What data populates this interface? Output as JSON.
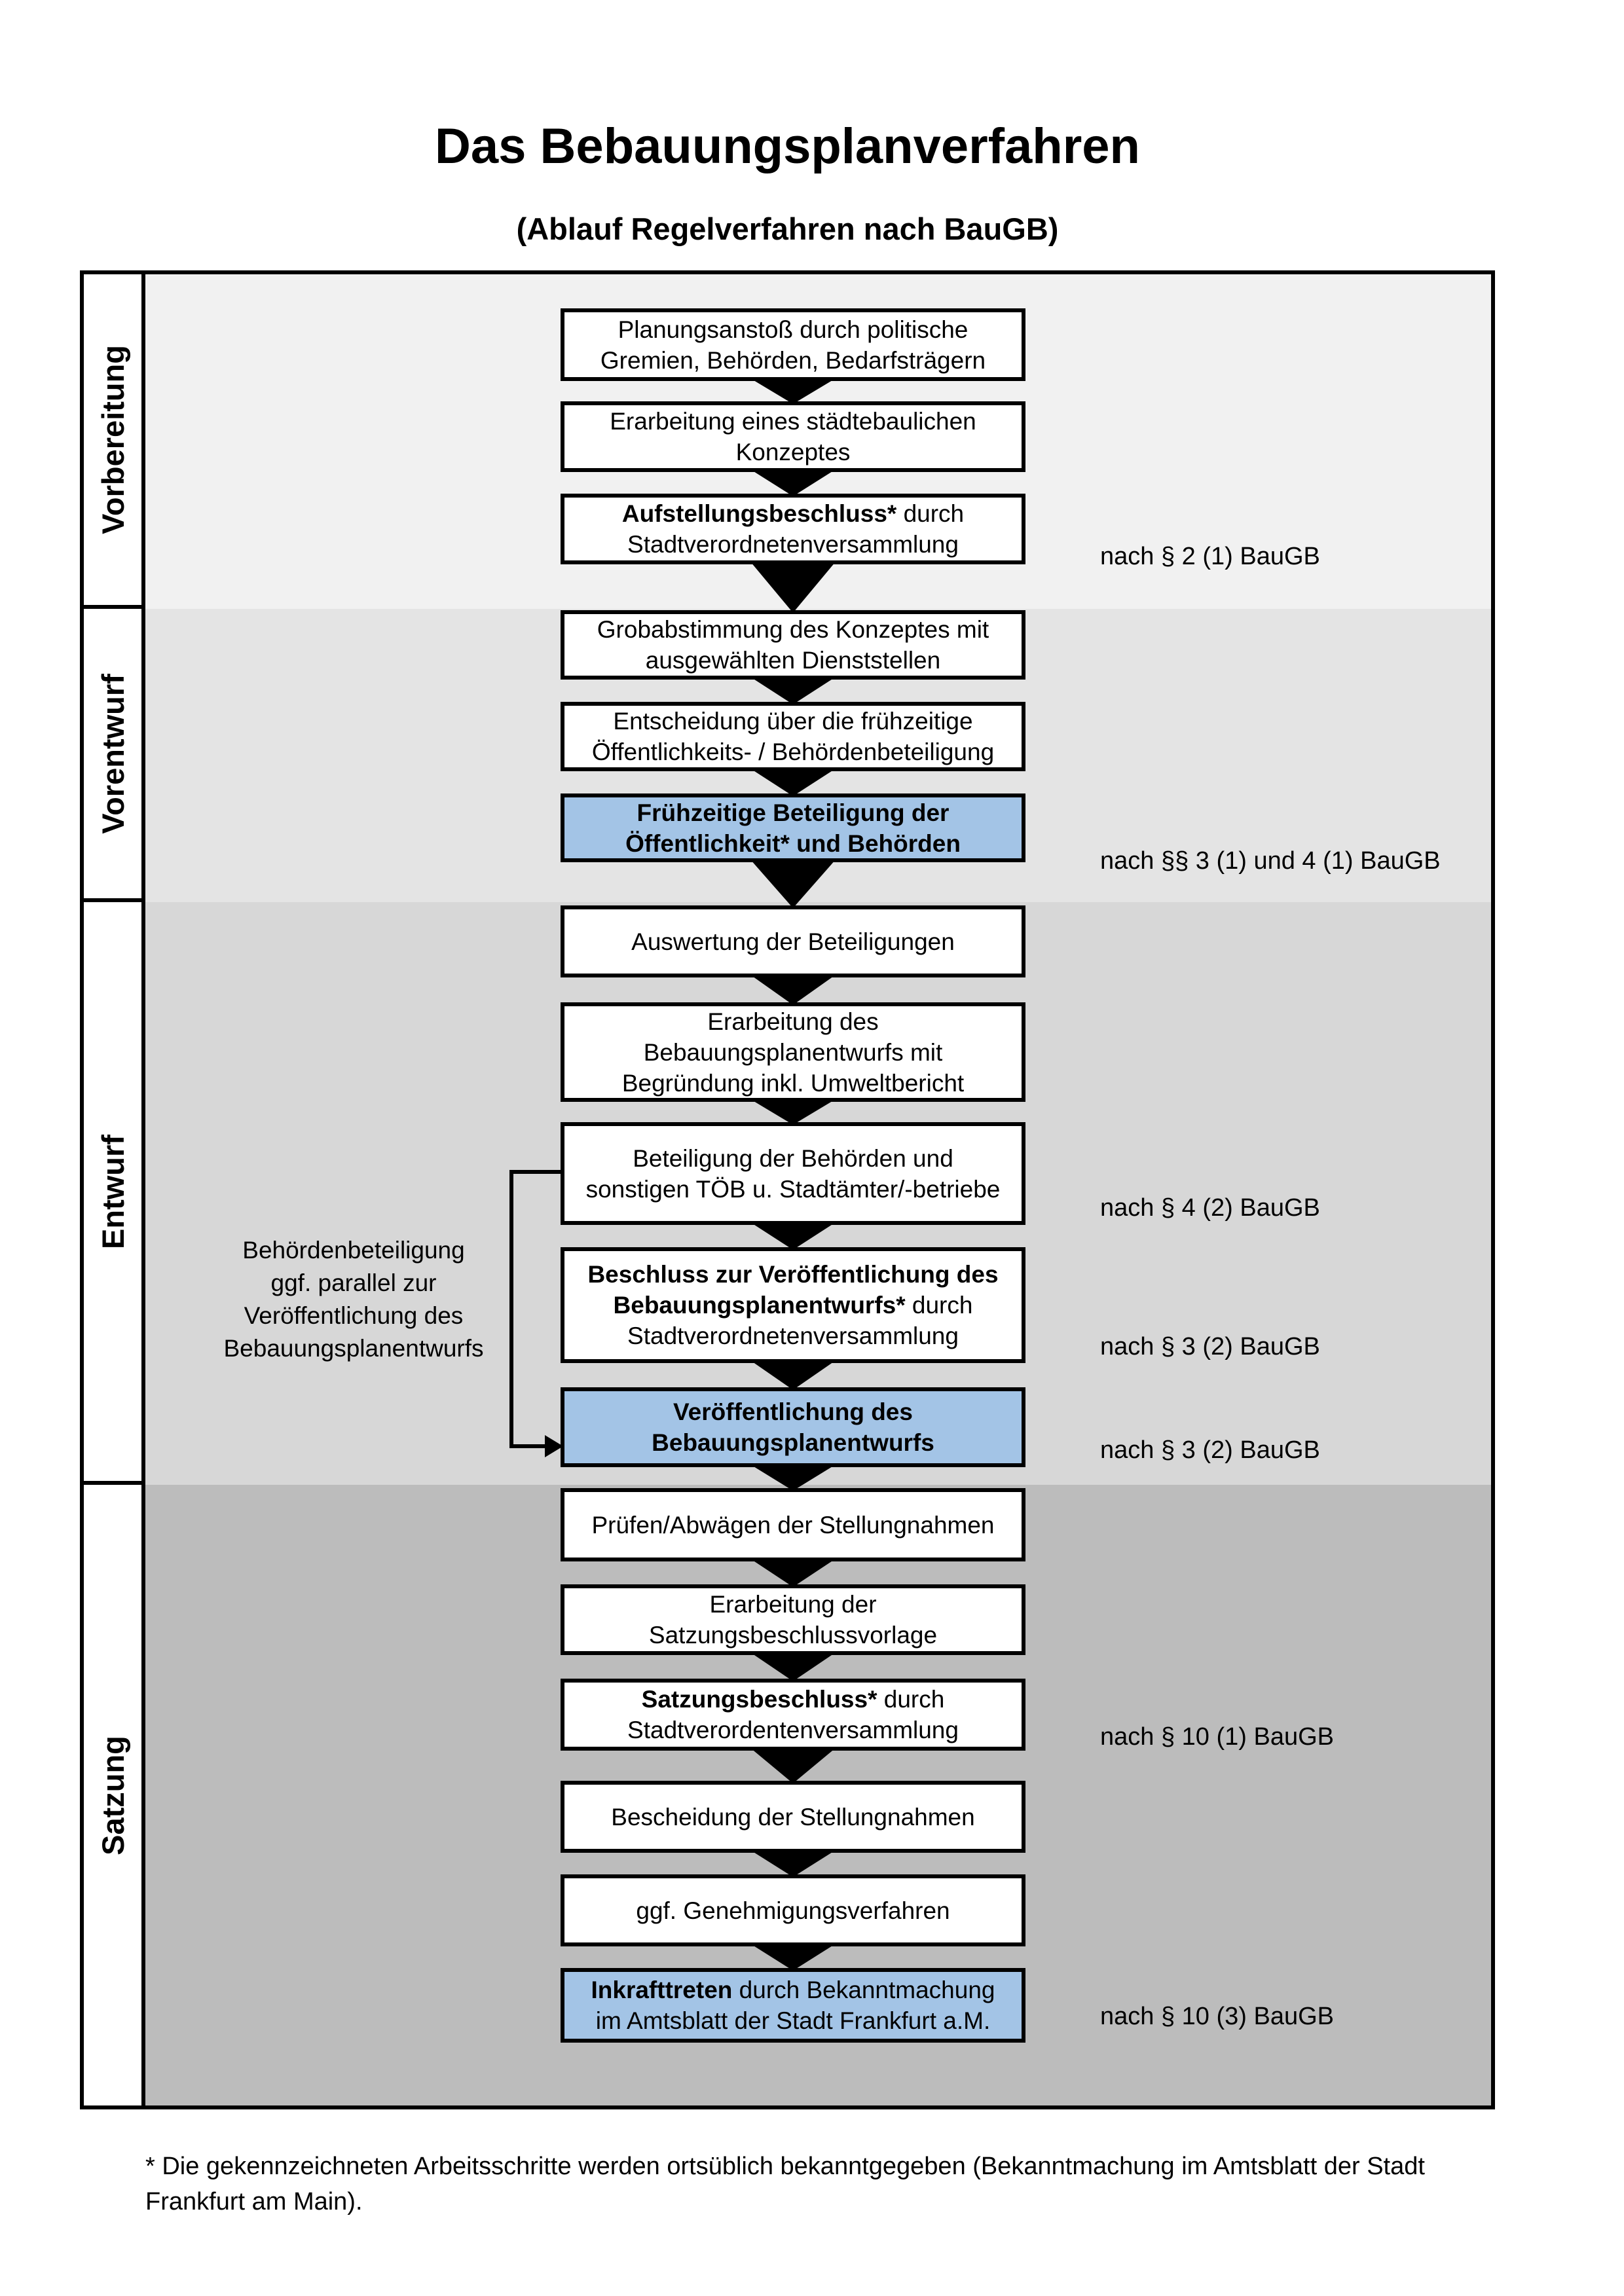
{
  "title": "Das Bebauungsplanverfahren",
  "subtitle": "(Ablauf Regelverfahren nach BauGB)",
  "phases": [
    {
      "label": "Vorbereitung"
    },
    {
      "label": "Vorentwurf"
    },
    {
      "label": "Entwurf"
    },
    {
      "label": "Satzung"
    }
  ],
  "steps": [
    {
      "lines": [
        {
          "b": "",
          "r": "Planungsanstoß durch politische"
        },
        {
          "b": "",
          "r": "Gremien, Behörden, Bedarfsträgern"
        }
      ],
      "ref": ""
    },
    {
      "lines": [
        {
          "b": "",
          "r": "Erarbeitung eines städtebaulichen"
        },
        {
          "b": "",
          "r": "Konzeptes"
        }
      ],
      "ref": ""
    },
    {
      "lines": [
        {
          "b": "Aufstellungsbeschluss*",
          "r": " durch"
        },
        {
          "b": "",
          "r": "Stadtverordnetenversammlung"
        }
      ],
      "ref": "nach § 2 (1) BauGB"
    },
    {
      "lines": [
        {
          "b": "",
          "r": "Grobabstimmung des Konzeptes mit"
        },
        {
          "b": "",
          "r": "ausgewählten Dienststellen"
        }
      ],
      "ref": ""
    },
    {
      "lines": [
        {
          "b": "",
          "r": "Entscheidung über die frühzeitige"
        },
        {
          "b": "",
          "r": "Öffentlichkeits- / Behördenbeteiligung"
        }
      ],
      "ref": ""
    },
    {
      "lines": [
        {
          "b": "Frühzeitige Beteiligung der",
          "r": ""
        },
        {
          "b": "Öffentlichkeit* und Behörden",
          "r": ""
        }
      ],
      "ref": "nach §§ 3 (1) und 4 (1) BauGB"
    },
    {
      "lines": [
        {
          "b": "",
          "r": "Auswertung der Beteiligungen"
        }
      ],
      "ref": ""
    },
    {
      "lines": [
        {
          "b": "",
          "r": "Erarbeitung des"
        },
        {
          "b": "",
          "r": "Bebauungsplanentwurfs mit"
        },
        {
          "b": "",
          "r": "Begründung inkl. Umweltbericht"
        }
      ],
      "ref": ""
    },
    {
      "lines": [
        {
          "b": "",
          "r": "Beteiligung der Behörden und"
        },
        {
          "b": "",
          "r": "sonstigen TÖB u. Stadtämter/-betriebe"
        }
      ],
      "ref": "nach § 4 (2) BauGB"
    },
    {
      "lines": [
        {
          "b": "Beschluss zur Veröffentlichung des",
          "r": ""
        },
        {
          "b": "Bebauungsplanentwurfs*",
          "r": " durch"
        },
        {
          "b": "",
          "r": "Stadtverordnetenversammlung"
        }
      ],
      "ref": "nach § 3 (2) BauGB"
    },
    {
      "lines": [
        {
          "b": "Veröffentlichung des",
          "r": ""
        },
        {
          "b": "Bebauungsplanentwurfs",
          "r": ""
        }
      ],
      "ref": "nach § 3 (2) BauGB"
    },
    {
      "lines": [
        {
          "b": "",
          "r": "Prüfen/Abwägen der Stellungnahmen"
        }
      ],
      "ref": ""
    },
    {
      "lines": [
        {
          "b": "",
          "r": "Erarbeitung der"
        },
        {
          "b": "",
          "r": "Satzungsbeschlussvorlage"
        }
      ],
      "ref": ""
    },
    {
      "lines": [
        {
          "b": "Satzungsbeschluss*",
          "r": " durch"
        },
        {
          "b": "",
          "r": "Stadtverordentenversammlung"
        }
      ],
      "ref": "nach § 10 (1) BauGB"
    },
    {
      "lines": [
        {
          "b": "",
          "r": "Bescheidung der Stellungnahmen"
        }
      ],
      "ref": ""
    },
    {
      "lines": [
        {
          "b": "",
          "r": "ggf. Genehmigungsverfahren"
        }
      ],
      "ref": ""
    },
    {
      "lines": [
        {
          "b": "Inkrafttreten",
          "r": " durch Bekanntmachung"
        },
        {
          "b": "",
          "r": "im Amtsblatt der Stadt Frankfurt a.M."
        }
      ],
      "ref": "nach § 10 (3) BauGB"
    }
  ],
  "annotation": {
    "lines": [
      "Behördenbeteiligung",
      "ggf. parallel zur",
      "Veröffentlichung des",
      "Bebauungsplanentwurfs"
    ]
  },
  "footnote": {
    "line1": "* Die gekennzeichneten Arbeitsschritte werden ortsüblich bekanntgegeben (Bekanntmachung im Amtsblatt  der Stadt",
    "line2": "Frankfurt am Main)."
  },
  "colors": {
    "highlight": "#a3c4e6",
    "band1": "#f1f1f1",
    "band2": "#e4e4e4",
    "band3": "#d7d7d7",
    "band4": "#bcbcbc",
    "line": "#000000"
  }
}
